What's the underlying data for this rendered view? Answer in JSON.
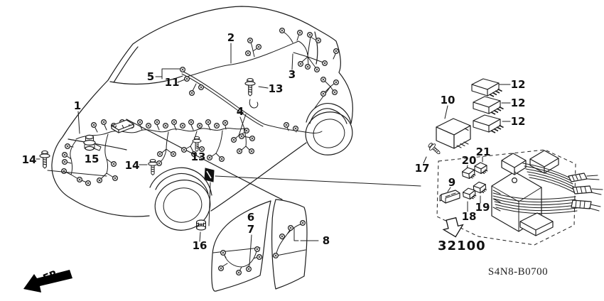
{
  "diagram": {
    "part_code": "S4N8-B0700",
    "ref_code": "32100",
    "direction_label": "FR.",
    "callouts": [
      "1",
      "2",
      "3",
      "4",
      "5",
      "11",
      "13",
      "13",
      "14",
      "14",
      "15",
      "16",
      "6",
      "7",
      "8",
      "10",
      "12",
      "12",
      "12",
      "17",
      "20",
      "21",
      "9",
      "19",
      "18"
    ],
    "colors": {
      "ink": "#1c1c1c",
      "background": "#ffffff"
    },
    "icons": {
      "connector": "circled-x-connector",
      "direction_arrow": "solid-arrow-down-left",
      "ref_arrow": "outlined-arrow-down"
    }
  }
}
